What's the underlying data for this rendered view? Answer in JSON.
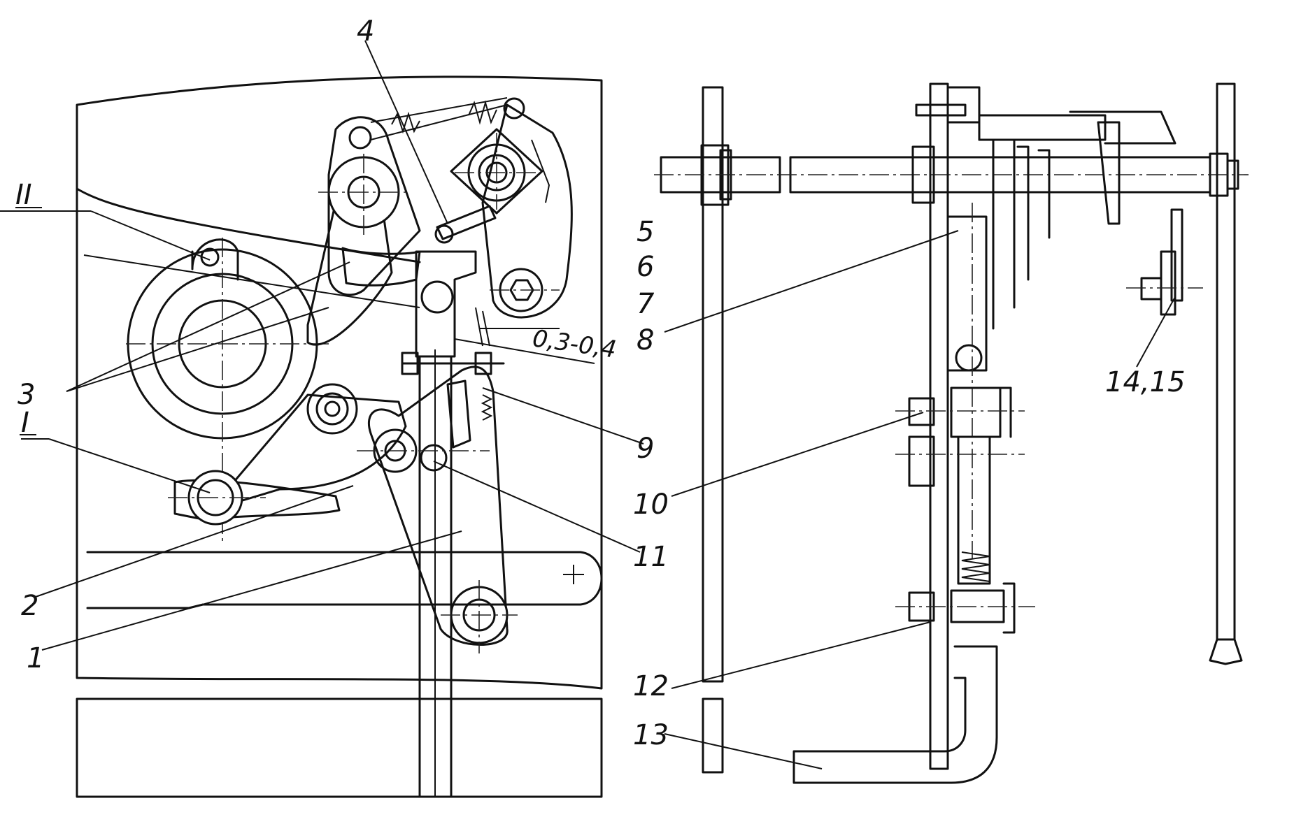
{
  "labels": {
    "l1": "1",
    "l2": "2",
    "l3": "3",
    "l4": "4",
    "l5": "5",
    "l6": "6",
    "l7": "7",
    "l8": "8",
    "l9": "9",
    "l10": "10",
    "l11": "11",
    "l12": "12",
    "l13": "13",
    "l14": "14,15",
    "lI": "I",
    "lII": "II",
    "gap": "0,3-0,4"
  }
}
